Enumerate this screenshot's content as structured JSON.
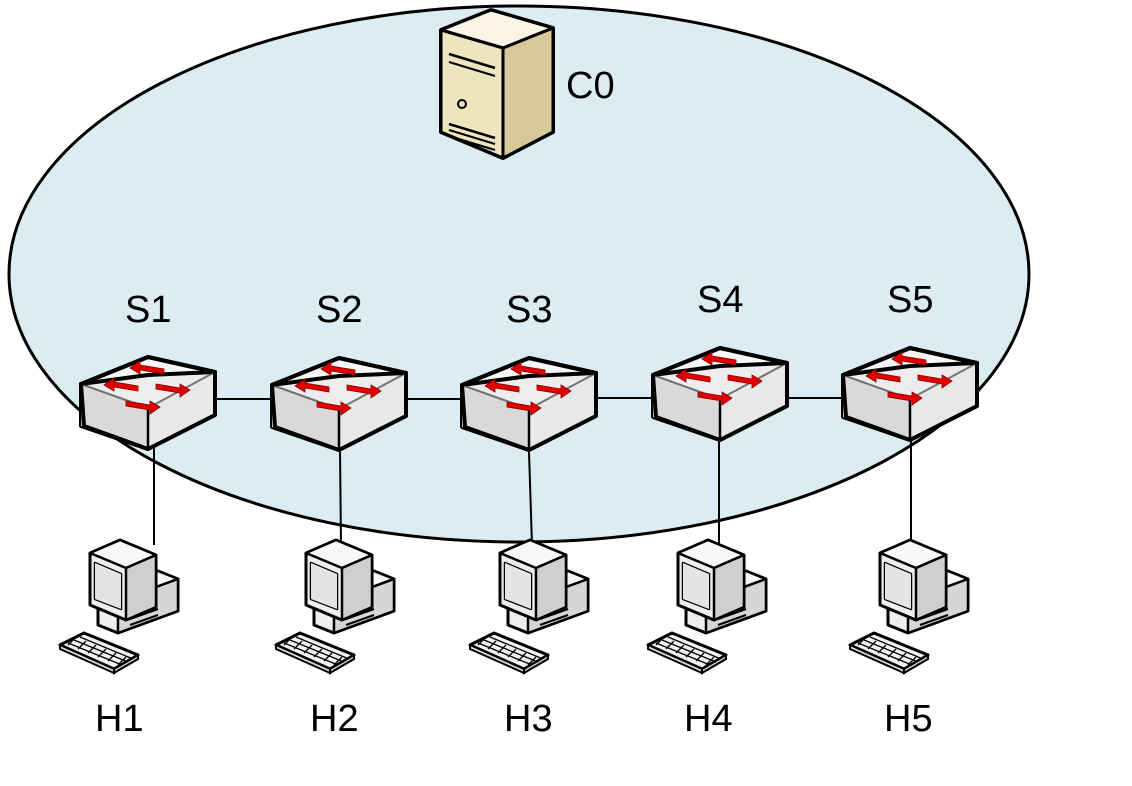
{
  "controller": {
    "label": "C0",
    "icon": "server-icon"
  },
  "switches": [
    {
      "label": "S1",
      "icon": "switch-icon"
    },
    {
      "label": "S2",
      "icon": "switch-icon"
    },
    {
      "label": "S3",
      "icon": "switch-icon"
    },
    {
      "label": "S4",
      "icon": "switch-icon"
    },
    {
      "label": "S5",
      "icon": "switch-icon"
    }
  ],
  "hosts": [
    {
      "label": "H1",
      "icon": "computer-icon"
    },
    {
      "label": "H2",
      "icon": "computer-icon"
    },
    {
      "label": "H3",
      "icon": "computer-icon"
    },
    {
      "label": "H4",
      "icon": "computer-icon"
    },
    {
      "label": "H5",
      "icon": "computer-icon"
    }
  ],
  "colors": {
    "domain_fill": "#dbedf3",
    "arrow": "#e00000",
    "switch_top": "#f4f4f4",
    "server_body": "#f0e6c8"
  }
}
